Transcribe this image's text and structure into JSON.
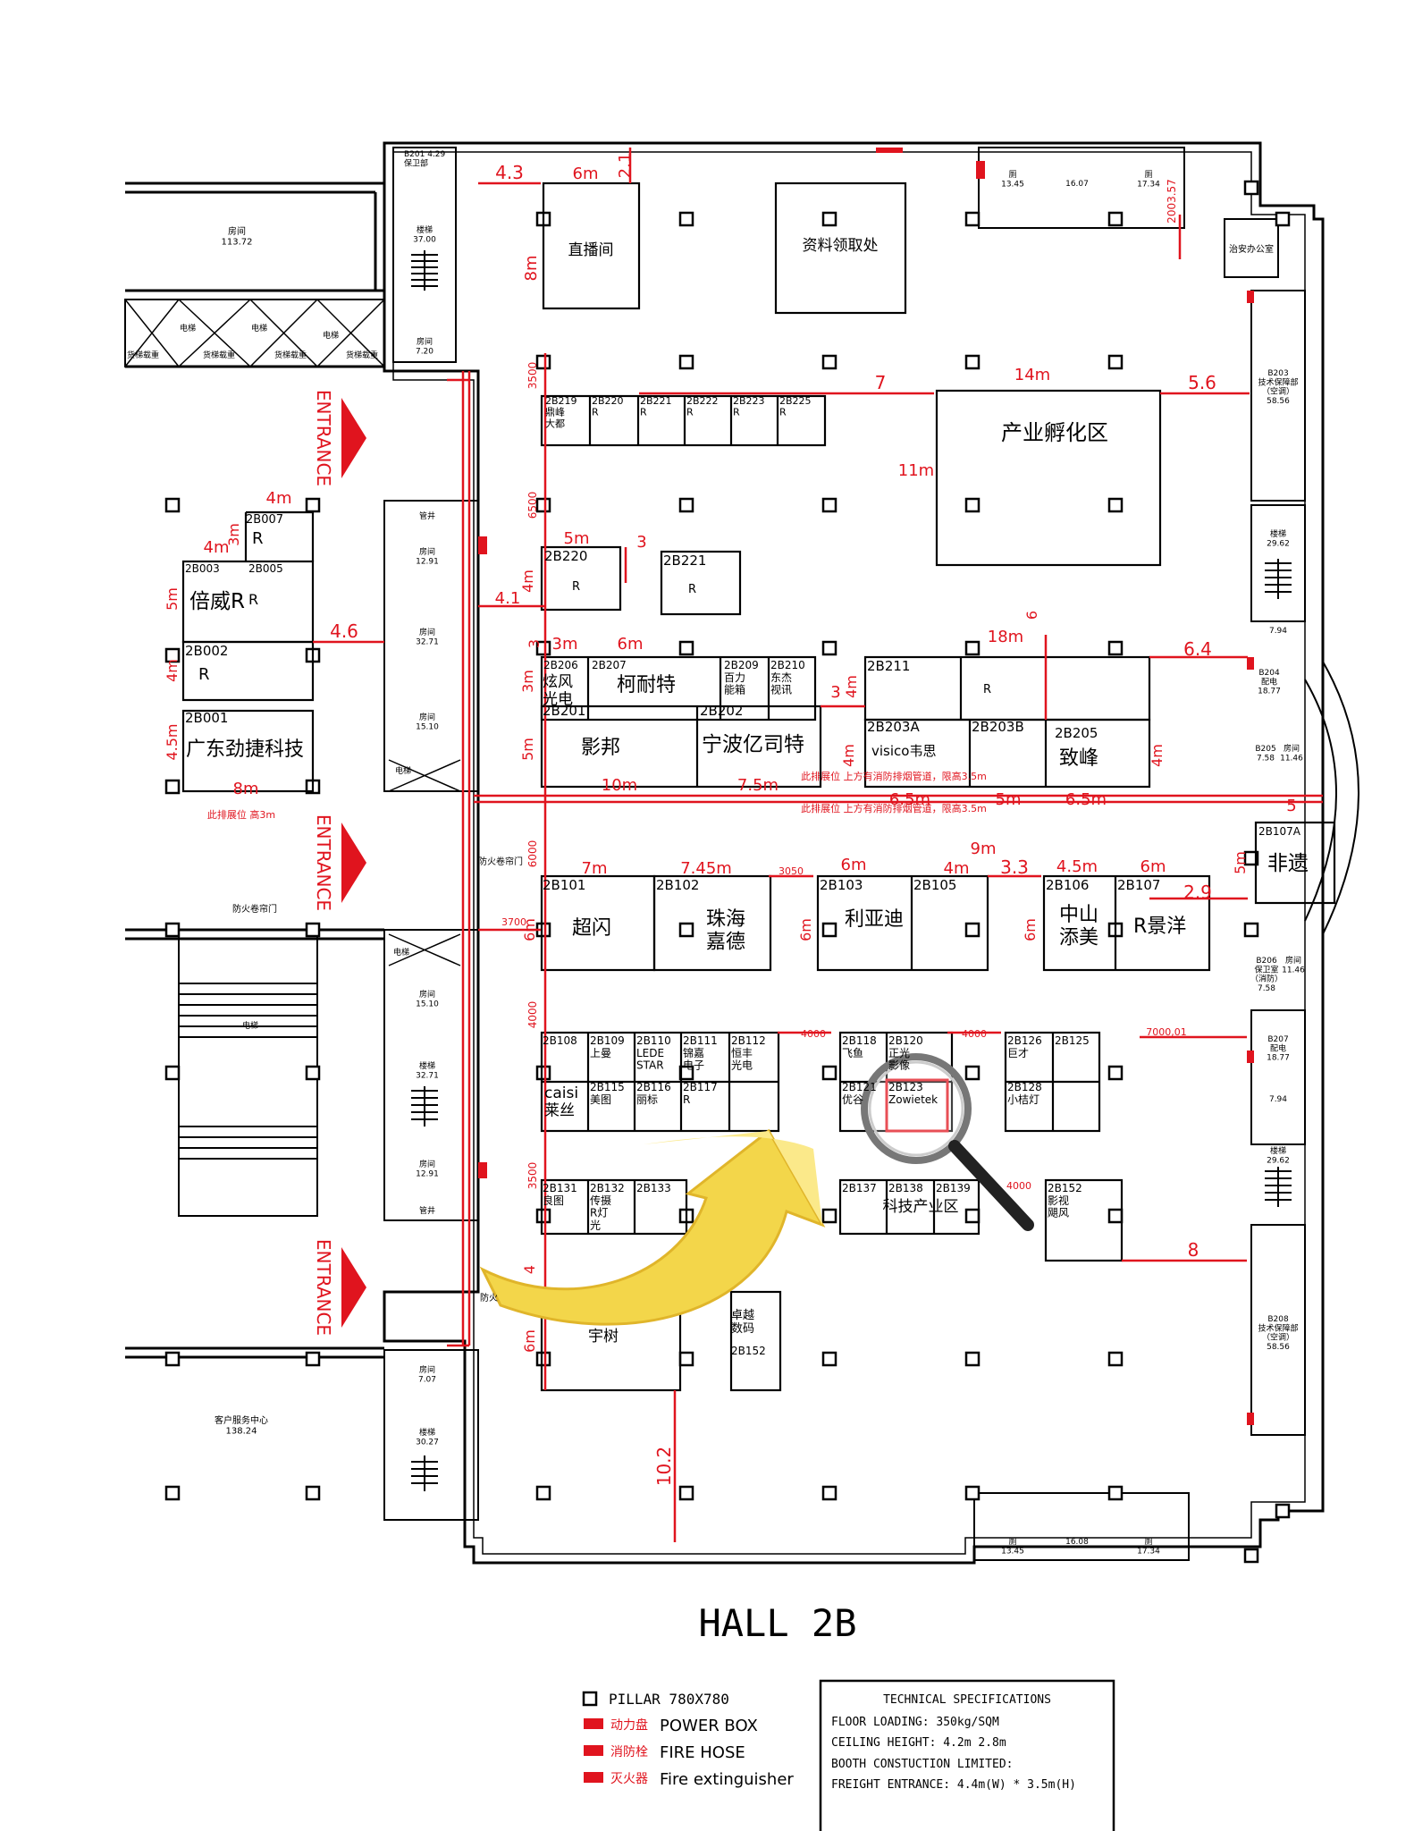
{
  "hall_title": "HALL  2B",
  "entrance_label": "ENTRANCE",
  "colors": {
    "wall": "#000000",
    "dimension": "#e0141e",
    "arrow_fill": "#f3d64a",
    "highlight": "#e0141e"
  },
  "dimensions": {
    "d_4_3": "4.3",
    "d_6m_top": "6m",
    "d_2_1": "2.1",
    "d_8m": "8m",
    "d_2003": "2003.57",
    "d_3500a": "3500",
    "d_6500": "6500",
    "d_6000": "6000",
    "d_4000a": "4000",
    "d_3500b": "3500",
    "d_7": "7",
    "d_14m": "14m",
    "d_5_6": "5.6",
    "d_11m": "11m",
    "d_5m": "5m",
    "d_3": "3",
    "d_4m_a": "4m",
    "d_4_1": "4.1",
    "d_3b": "3",
    "d_3m": "3m",
    "d_6m_b": "6m",
    "d_3m_b": "3m",
    "d_5m_b": "5m",
    "d_10m": "10m",
    "d_7_5m": "7.5m",
    "d_18m": "18m",
    "d_6": "6",
    "d_6_4": "6.4",
    "d_4m_b": "4m",
    "d_3c": "3",
    "d_4m_c": "4m",
    "d_4m_d": "4m",
    "d_6_5m": "6.5m",
    "d_5m_c": "5m",
    "d_6_5m_b": "6.5m",
    "d_5": "5",
    "d_9m": "9m",
    "d_7m": "7m",
    "d_7_45m": "7.45m",
    "d_3050": "3050",
    "d_6m_c": "6m",
    "d_4m_e": "4m",
    "d_3_3": "3.3",
    "d_4_5m": "4.5m",
    "d_6m_d": "6m",
    "d_2_9": "2.9",
    "d_5m_d": "5m",
    "d_3700": "3700",
    "d_6m_e": "6m",
    "d_6m_f": "6m",
    "d_6m_g": "6m",
    "d_4000b": "4000",
    "d_4000c": "4000",
    "d_7000": "7000,01",
    "d_4000d": "4000",
    "d_8": "8",
    "d_4": "4",
    "d_6m_h": "6m",
    "d_10_2": "10.2",
    "d_4m_l": "4m",
    "d_4m_l2": "4m",
    "d_3m_l": "3m",
    "d_5m_l": "5m",
    "d_4m_l3": "4m",
    "d_4_5m_l": "4.5m",
    "d_8m_l": "8m",
    "d_4_6": "4.6"
  },
  "rooms": {
    "r_113": "房间\n113.72",
    "r_b201": "B201  4.29\n保卫部",
    "r_stair37": "楼梯\n37.00",
    "r_720": "房间\n7.20",
    "r_elev1": "电梯",
    "r_elev2": "电梯",
    "r_elev3": "电梯",
    "r_freight": "货梯载重",
    "r_1345a": "厕\n13.45",
    "r_1607": "16.07",
    "r_1734a": "厕\n17.34",
    "r_zhian": "治安办公室",
    "r_b203": "B203\n技术保障部\n（空调）\n58.56",
    "r_guanjing1": "管井",
    "r_1291a": "房间\n12.91",
    "r_3271a": "房间\n32.71",
    "r_1510a": "房间\n15.10",
    "r_elev4": "电梯",
    "r_stair2962": "楼梯\n29.62",
    "r_794a": "7.94",
    "r_b204": "B204\n配电\n18.77",
    "r_b205": "B205\n7.58",
    "r_1146a": "房间\n11.46",
    "r_fanghuo1": "防火卷帘门",
    "r_fanghuo2": "防火卷帘门",
    "r_elev5": "电梯",
    "r_1510b": "房间\n15.10",
    "r_stair3271": "楼梯\n32.71",
    "r_1291b": "房间\n12.91",
    "r_guanjing2": "管井",
    "r_elev6": "电梯",
    "r_b206": "B206\n保卫室\n（消防）\n7.58",
    "r_1146b": "房间\n11.46",
    "r_b207": "B207\n配电\n18.77",
    "r_794b": "7.94",
    "r_stair2962b": "楼梯\n29.62",
    "r_b208": "B208\n技术保障部\n（空调）\n58.56",
    "r_service": "客户服务中心\n138.24",
    "r_707": "房间\n7.07",
    "r_stair3027": "楼梯\n30.27",
    "r_1345b": "厕\n13.45",
    "r_1608": "16.08",
    "r_1734b": "厕\n17.34",
    "r_fanghuo3": "防火"
  },
  "areas": {
    "live": "直播间",
    "materials": "资料领取处",
    "incubation": "产业孵化区",
    "tech_zone": "科技产业区",
    "yushu": "宇树"
  },
  "booths": {
    "b219": "2B219\n鼎峰\n大都",
    "b220r": "2B220\nR",
    "b221r": "2B221\nR",
    "b222": "2B222\nR",
    "b223": "2B223\nR",
    "b225": "2B225\nR",
    "b220": "2B220",
    "b220_r": "R",
    "b221": "2B221",
    "b221_r": "R",
    "b206": "2B206",
    "b206_n": "炫风\n光电",
    "b207": "2B207",
    "b207_n": "柯耐特",
    "b209": "2B209\n百力\n能箱",
    "b210": "2B210\n东杰\n视讯",
    "b201": "2B201",
    "b201_n": "影邦",
    "b202": "2B202",
    "b202_n": "宁波亿司特",
    "b211": "2B211",
    "b211_r": "R",
    "b203a": "2B203A",
    "b203a_n": "visico韦思",
    "b203b": "2B203B",
    "b205": "2B205",
    "b205_n": "致峰",
    "b007": "2B007",
    "b007_r": "R",
    "b003": "2B003",
    "b005": "2B005",
    "b003_n": "倍威R",
    "b005_r": "R",
    "b002": "2B002",
    "b002_r": "R",
    "b001": "2B001",
    "b001_n": "广东劲捷科技",
    "b107a": "2B107A",
    "b107a_n": "非遗",
    "b101": "2B101",
    "b101_n": "超闪",
    "b102": "2B102",
    "b102_n": "珠海\n嘉德",
    "b103": "2B103",
    "b103_n": "利亚迪",
    "b105": "2B105",
    "b106": "2B106",
    "b106_n": "中山\n添美",
    "b107": "2B107",
    "b107_n": "R景洋",
    "b108": "2B108",
    "b108_n": "caisi\n莱丝",
    "b109": "2B109\n上曼",
    "b110": "2B110\nLEDE\nSTAR",
    "b111": "2B111\n锦嘉\n电子",
    "b112": "2B112\n恒丰\n光电",
    "b115": "2B115\n美图",
    "b116": "2B116\n丽标",
    "b117": "2B117\nR",
    "b118": "2B118\n飞鱼",
    "b120": "2B120\n正光\n影像",
    "b121": "2B121\n优谷",
    "b123": "2B123\nZowietek",
    "b126": "2B126\n巨才",
    "b125": "2B125",
    "b128": "2B128\n小桔灯",
    "b131": "2B131\n良图",
    "b132": "2B132\n传摄\nR灯\n光",
    "b133": "2B133",
    "b137": "2B137",
    "b138": "2B138",
    "b139": "2B139",
    "b152": "2B152\n影视\n飓风",
    "b_zhuo": "卓越\n数码",
    "b152b": "2B152"
  },
  "notes": {
    "limit1": "此排展位  上方有消防排烟管道，限高3.5m",
    "limit2": "此排展位  上方有消防排烟管道，限高3.5m",
    "limit3": "此排展位  高3m"
  },
  "legend": {
    "pillar": "PILLAR 780X780",
    "power_cn": "动力盘",
    "power_en": "POWER BOX",
    "hose_cn": "消防栓",
    "hose_en": "FIRE HOSE",
    "ext_cn": "灭火器",
    "ext_en": "Fire extinguisher"
  },
  "specs": {
    "title": "TECHNICAL SPECIFICATIONS",
    "floor": "FLOOR LOADING:    350kg/SQM",
    "ceiling": "CEILING HEIGHT:    4.2m   2.8m",
    "booth": "BOOTH CONSTUCTION LIMITED:",
    "freight": "FREIGHT ENTRANCE:  4.4m(W) * 3.5m(H)"
  }
}
